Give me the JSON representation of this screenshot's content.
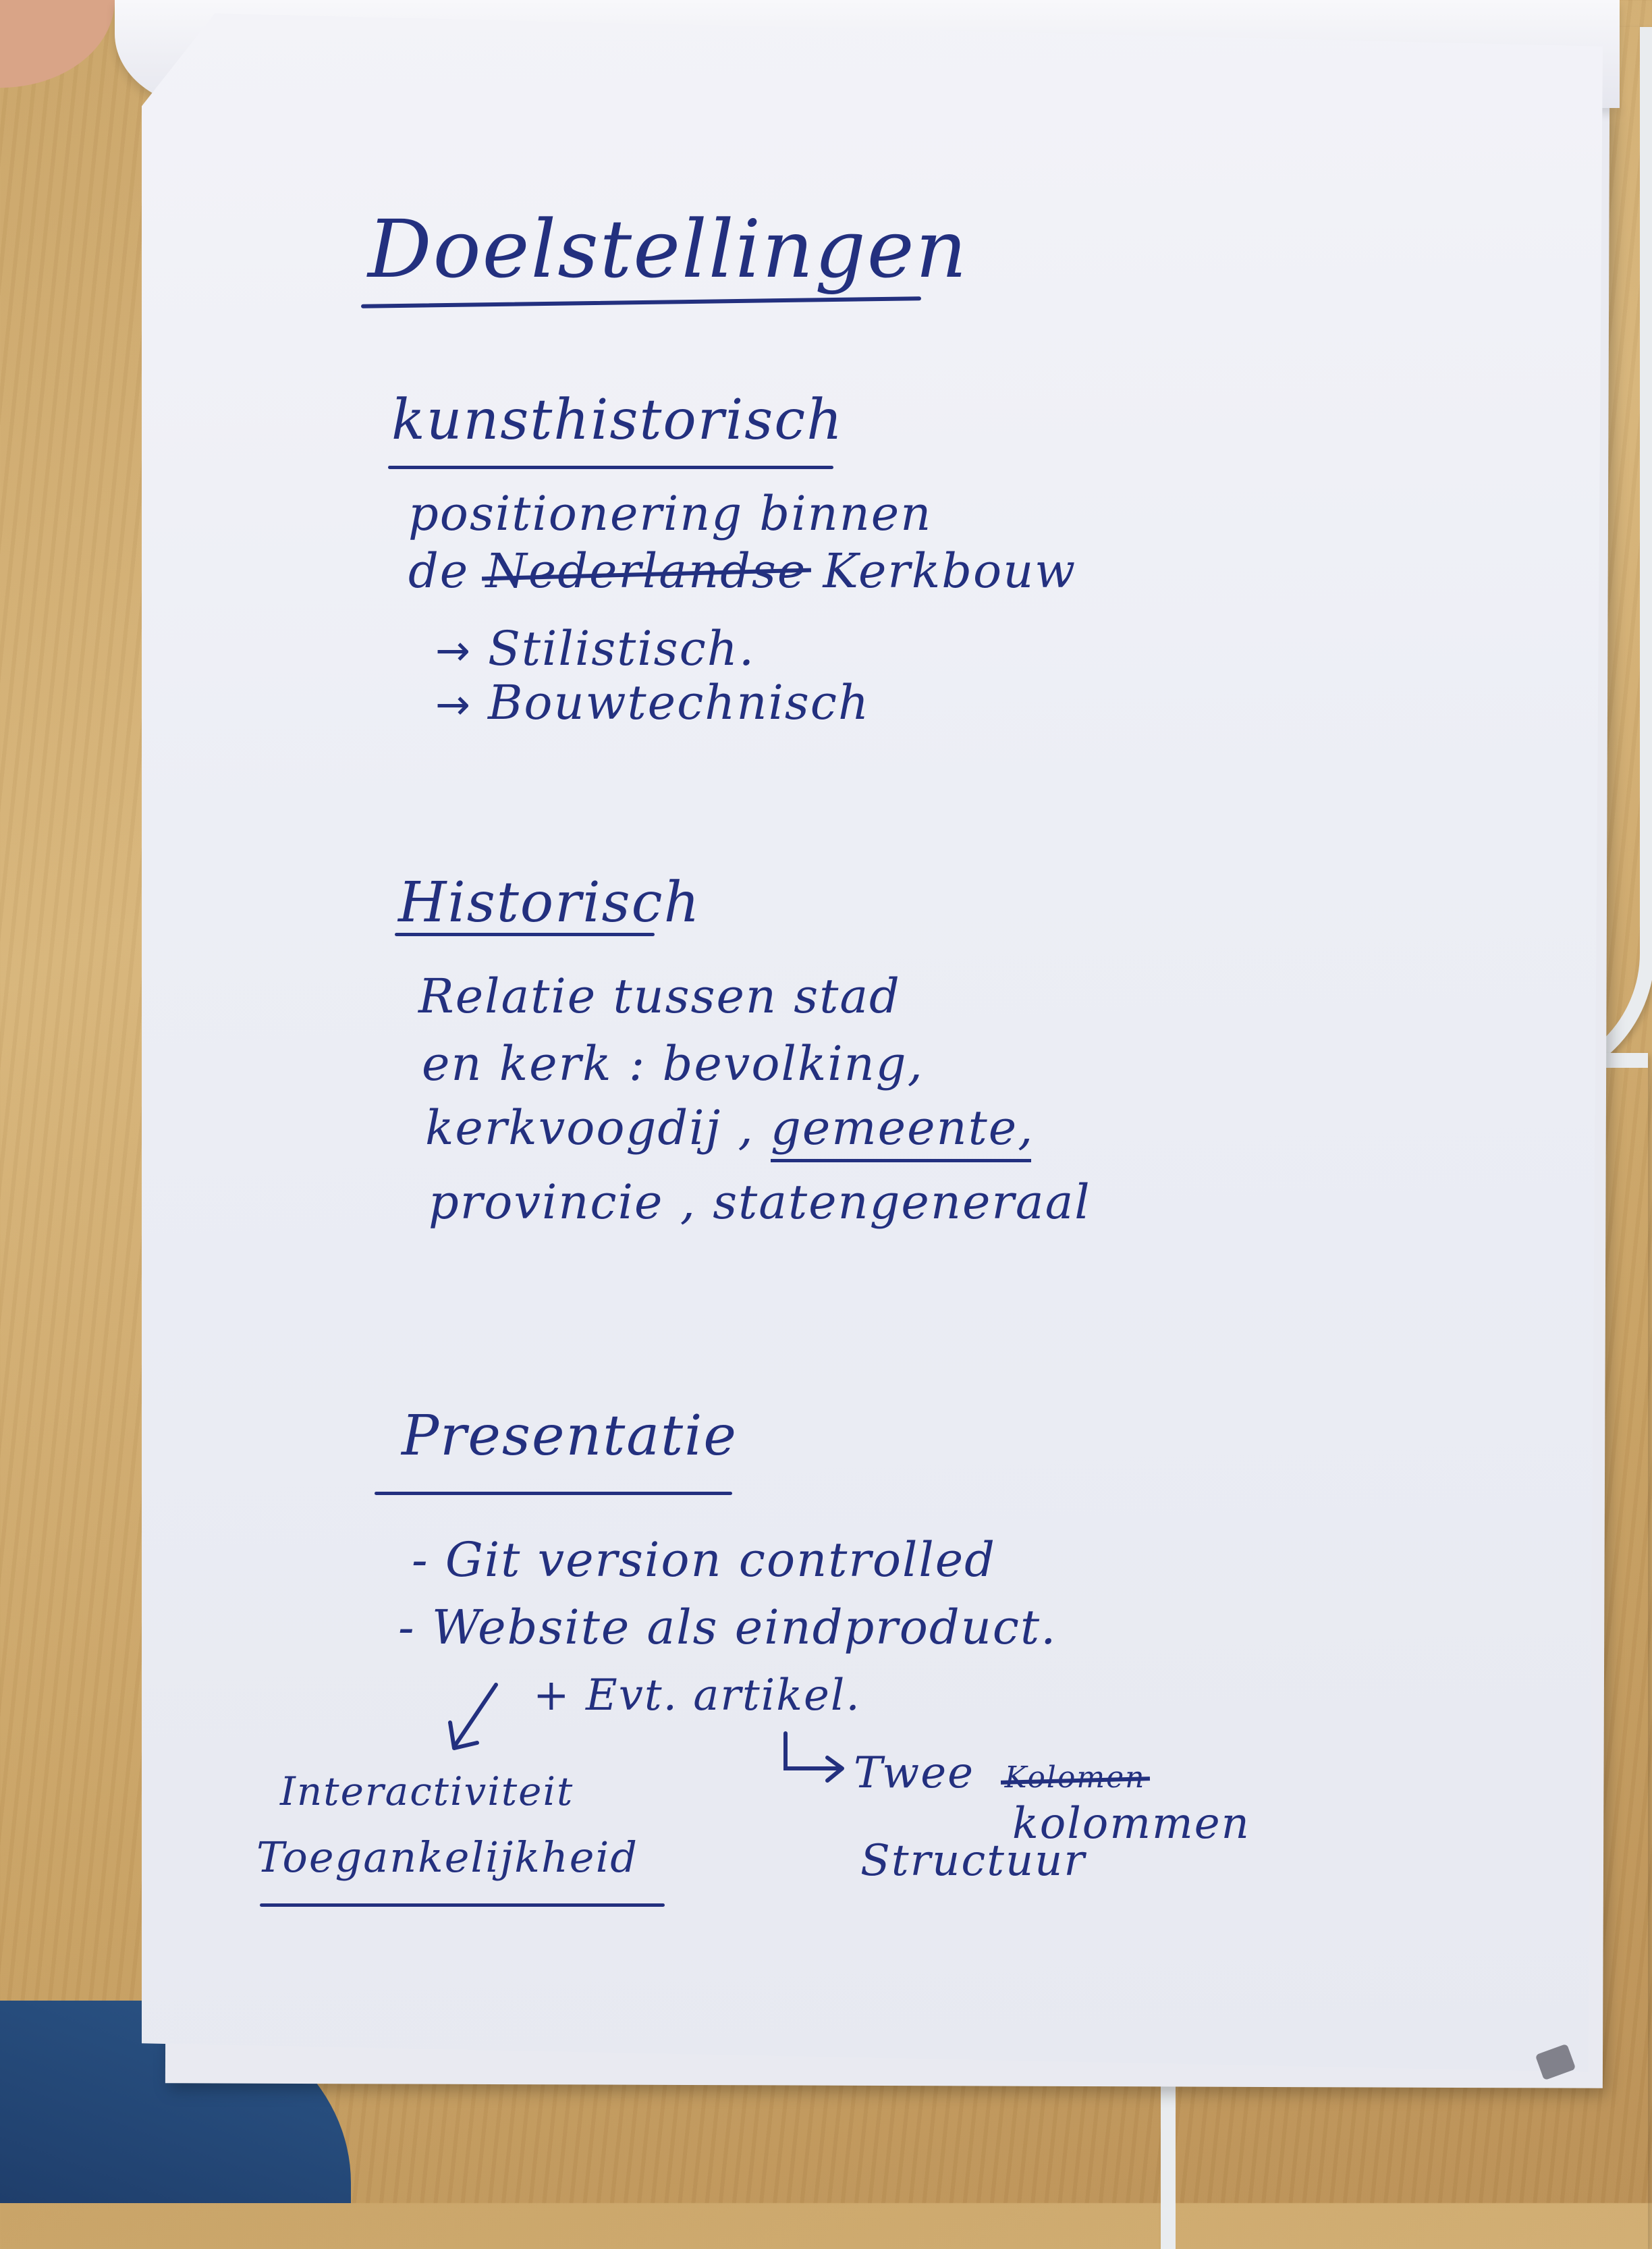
{
  "page": {
    "title": "Doelstellingen",
    "sections": [
      {
        "heading": "kunsthistorisch",
        "lines": [
          {
            "text": "positionering binnen"
          },
          {
            "prefix": "de",
            "struck": "Nederlandse",
            "suffix": "Kerkbouw"
          },
          {
            "arrow": "→",
            "text": "Stilistisch."
          },
          {
            "arrow": "→",
            "text": "Bouwtechnisch"
          }
        ]
      },
      {
        "heading": "Historisch",
        "lines": [
          {
            "text": "Relatie tussen stad"
          },
          {
            "text": "en kerk : bevolking,"
          },
          {
            "prefix": "kerkvoogdij ,",
            "underlined": "gemeente",
            "suffix": ","
          },
          {
            "text": "provincie , statengeneraal"
          }
        ]
      },
      {
        "heading": "Presentatie",
        "lines": [
          {
            "text": "- Git version controlled"
          },
          {
            "text": "- Website als eindproduct."
          },
          {
            "text": "+ Evt. artikel."
          }
        ],
        "left_notes": [
          "Interactiviteit",
          "Toegankelijkheid"
        ],
        "right_notes": {
          "prefix": "Twee",
          "struck": "Kolomen",
          "line2": "kolommen",
          "line3": "Structuur"
        }
      }
    ]
  }
}
